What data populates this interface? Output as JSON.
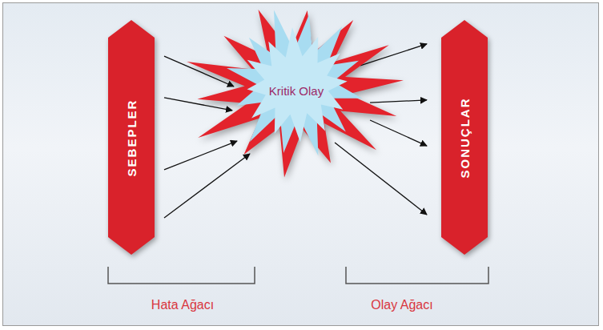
{
  "diagram": {
    "nodes": [
      {
        "text": [
          "SEBEPLER"
        ]
      },
      {
        "text": [
          "Kritik Olay"
        ]
      },
      {
        "text": [
          "SONUÇLAR"
        ]
      }
    ],
    "edges": [
      {
        "from": 0,
        "to": 1,
        "arrow": "to"
      },
      {
        "from": 0,
        "to": 1,
        "arrow": "to"
      },
      {
        "from": 0,
        "to": 1,
        "arrow": "to"
      },
      {
        "from": 0,
        "to": 1,
        "arrow": "to"
      },
      {
        "from": 1,
        "to": 2,
        "arrow": "to"
      },
      {
        "from": 1,
        "to": 2,
        "arrow": "to"
      },
      {
        "from": 1,
        "to": 2,
        "arrow": "to"
      },
      {
        "from": 1,
        "to": 2,
        "arrow": "to"
      }
    ],
    "labels": [
      "Hata Ağacı",
      "Olay Ağacı"
    ]
  }
}
